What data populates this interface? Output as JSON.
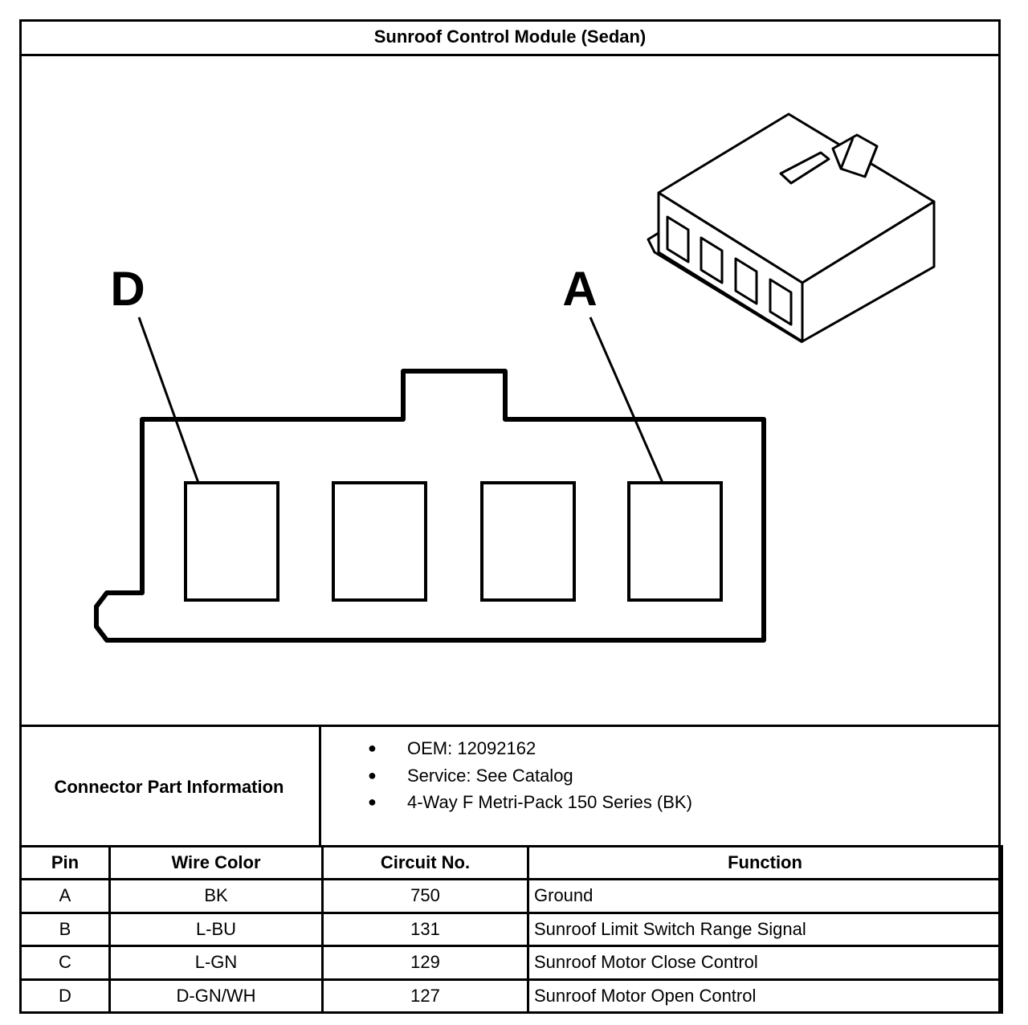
{
  "title": "Sunroof Control Module (Sedan)",
  "diagram": {
    "labels": {
      "left": "D",
      "right": "A"
    },
    "cavities": 4
  },
  "connector_info": {
    "label": "Connector Part Information",
    "items": [
      "OEM: 12092162",
      "Service: See Catalog",
      "4-Way F Metri-Pack 150 Series (BK)"
    ],
    "bullet": "●"
  },
  "pin_table": {
    "headers": [
      "Pin",
      "Wire Color",
      "Circuit No.",
      "Function"
    ],
    "rows": [
      {
        "pin": "A",
        "wire": "BK",
        "circuit": "750",
        "function": "Ground"
      },
      {
        "pin": "B",
        "wire": "L-BU",
        "circuit": "131",
        "function": "Sunroof Limit Switch Range Signal"
      },
      {
        "pin": "C",
        "wire": "L-GN",
        "circuit": "129",
        "function": "Sunroof Motor Close Control"
      },
      {
        "pin": "D",
        "wire": "D-GN/WH",
        "circuit": "127",
        "function": "Sunroof Motor Open Control"
      }
    ]
  }
}
